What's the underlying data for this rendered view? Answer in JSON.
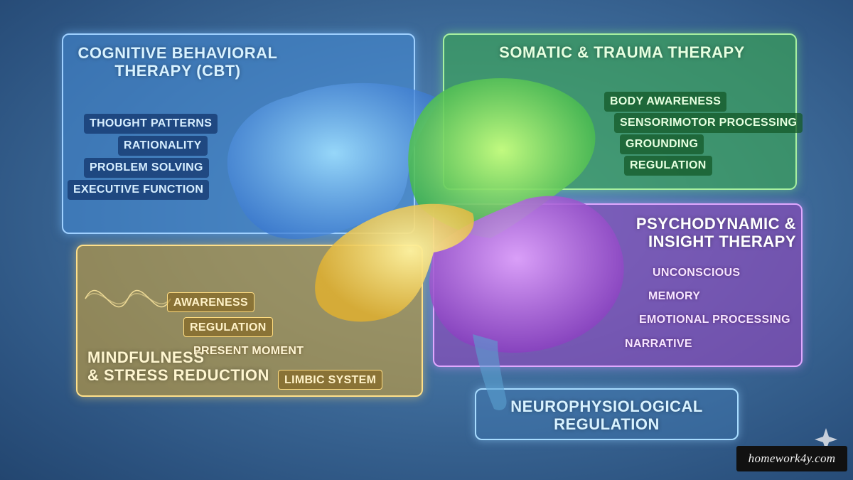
{
  "colors": {
    "cbt": "#4a8cd7",
    "somatic": "#3caa50",
    "psychodynamic": "#9646be",
    "mindfulness": "#c8a03c",
    "neuro": "#4682be"
  },
  "icons": [
    "brain-graphic",
    "sound-wave-icon",
    "sparkle-icon"
  ],
  "cbt": {
    "title_lines": [
      "COGNITIVE BEHAVIORAL",
      "THERAPY (CBT)"
    ],
    "items": [
      "THOUGHT PATTERNS",
      "RATIONALITY",
      "PROBLEM SOLVING",
      "EXECUTIVE FUNCTION"
    ]
  },
  "somatic": {
    "title": "SOMATIC & TRAUMA THERAPY",
    "items": [
      "BODY AWARENESS",
      "SENSORIMOTOR PROCESSING",
      "GROUNDING",
      "REGULATION"
    ]
  },
  "psychodynamic": {
    "title_lines": [
      "PSYCHODYNAMIC &",
      "INSIGHT THERAPY"
    ],
    "items": [
      "UNCONSCIOUS",
      "MEMORY",
      "EMOTIONAL PROCESSING",
      "NARRATIVE"
    ]
  },
  "mindfulness": {
    "title_lines": [
      "MINDFULNESS",
      "& STRESS REDUCTION"
    ],
    "items": [
      "AWARENESS",
      "REGULATION",
      "PRESENT MOMENT",
      "LIMBIC SYSTEM"
    ]
  },
  "neuro": {
    "title_lines": [
      "NEUROPHYSIOLOGICAL",
      "REGULATION"
    ]
  },
  "watermark": "homework4y.com"
}
